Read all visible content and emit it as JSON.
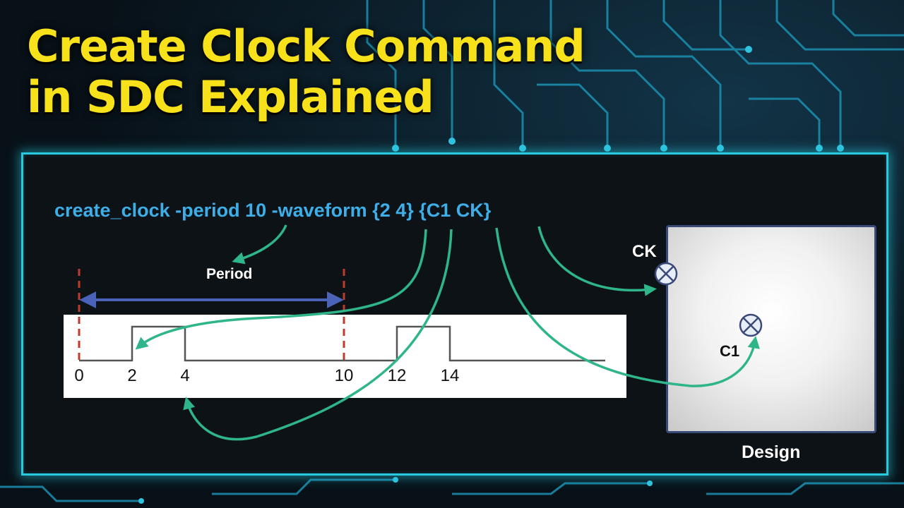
{
  "title": {
    "line1": "Create Clock Command",
    "line2": "in SDC Explained"
  },
  "command": "create_clock -period 10 -waveform {2 4} {C1 CK}",
  "period_label": "Period",
  "ticks": [
    "0",
    "2",
    "4",
    "10",
    "12",
    "14"
  ],
  "design": {
    "label": "Design",
    "pin_ck": "CK",
    "pin_c1": "C1"
  },
  "colors": {
    "title": "#f7e11a",
    "command": "#3eaee8",
    "arrow": "#2fb58a",
    "panel_border": "#26c9dd",
    "period_arrow": "#4a63b8",
    "period_marker": "#c0392b"
  }
}
